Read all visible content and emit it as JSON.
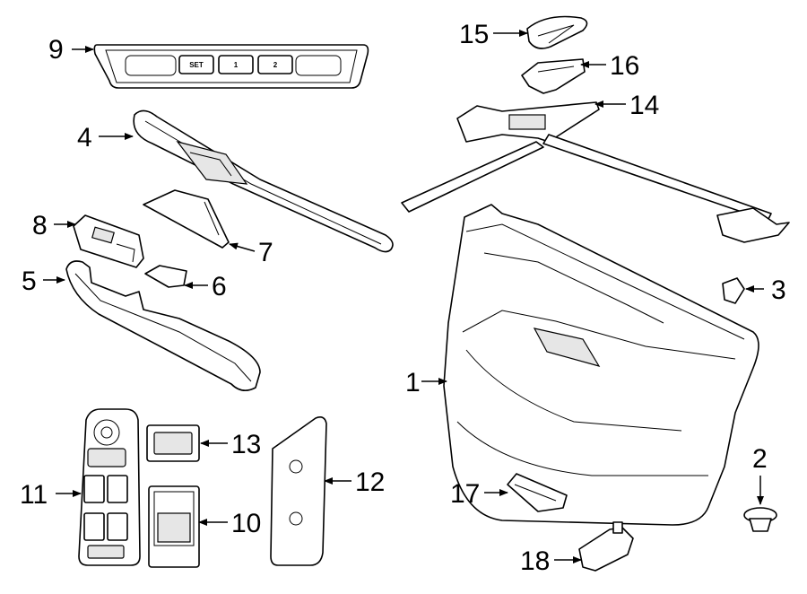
{
  "diagram": {
    "callouts": [
      {
        "id": "c1",
        "label": "1"
      },
      {
        "id": "c2",
        "label": "2"
      },
      {
        "id": "c3",
        "label": "3"
      },
      {
        "id": "c4",
        "label": "4"
      },
      {
        "id": "c5",
        "label": "5"
      },
      {
        "id": "c6",
        "label": "6"
      },
      {
        "id": "c7",
        "label": "7"
      },
      {
        "id": "c8",
        "label": "8"
      },
      {
        "id": "c9",
        "label": "9"
      },
      {
        "id": "c10",
        "label": "10"
      },
      {
        "id": "c11",
        "label": "11"
      },
      {
        "id": "c12",
        "label": "12"
      },
      {
        "id": "c13",
        "label": "13"
      },
      {
        "id": "c14",
        "label": "14"
      },
      {
        "id": "c15",
        "label": "15"
      },
      {
        "id": "c16",
        "label": "16"
      },
      {
        "id": "c17",
        "label": "17"
      },
      {
        "id": "c18",
        "label": "18"
      }
    ],
    "memory_buttons": [
      "SET",
      "1",
      "2"
    ]
  }
}
